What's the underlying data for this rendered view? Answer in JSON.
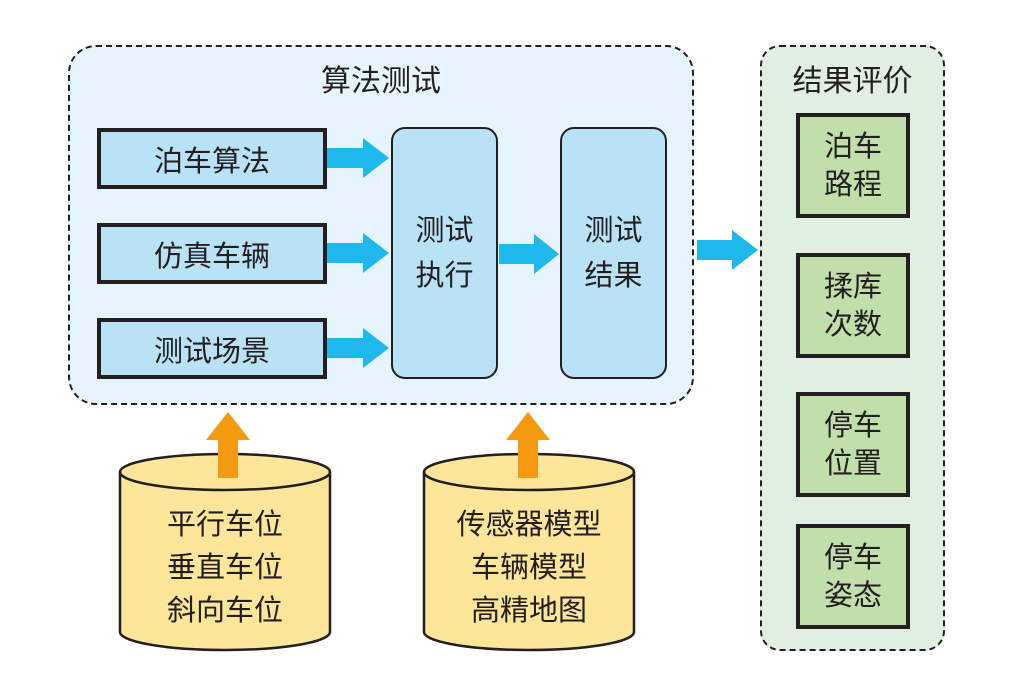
{
  "algorithm_test": {
    "title": "算法测试",
    "inputs": [
      {
        "label": "泊车算法"
      },
      {
        "label": "仿真车辆"
      },
      {
        "label": "测试场景"
      }
    ],
    "execution": {
      "line1": "测试",
      "line2": "执行"
    },
    "result": {
      "line1": "测试",
      "line2": "结果"
    }
  },
  "evaluation": {
    "title": "结果评价",
    "items": [
      {
        "line1": "泊车",
        "line2": "路程"
      },
      {
        "line1": "揉库",
        "line2": "次数"
      },
      {
        "line1": "停车",
        "line2": "位置"
      },
      {
        "line1": "停车",
        "line2": "姿态"
      }
    ]
  },
  "databases": [
    {
      "lines": [
        "平行车位",
        "垂直车位",
        "斜向车位"
      ]
    },
    {
      "lines": [
        "传感器模型",
        "车辆模型",
        "高精地图"
      ]
    }
  ],
  "colors": {
    "flow_arrow": "#1eb8ec",
    "input_arrow": "#f39a10",
    "algo_panel": "#e6f4fd",
    "blue_box": "#b9e2f7",
    "eval_panel": "#e0efe2",
    "green_box": "#c1dfab",
    "database": "#fde69a"
  }
}
